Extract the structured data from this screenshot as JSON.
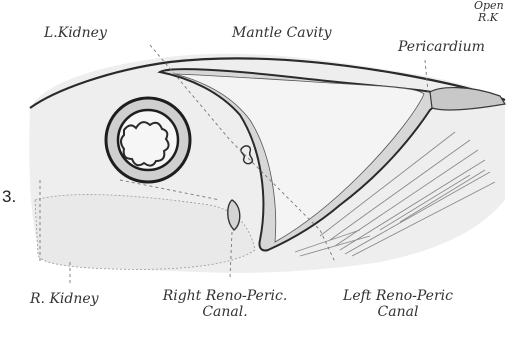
{
  "figure": {
    "number": "3.",
    "labels": {
      "left_kidney": "L.Kidney",
      "mantle_cavity": "Mantle Cavity",
      "pericardium": "Pericardium",
      "right_kidney": "R. Kidney",
      "right_reno_peric_line1": "Right Reno-Peric.",
      "right_reno_peric_line2": "Canal.",
      "left_reno_peric_line1": "Left Reno-Peric",
      "left_reno_peric_line2": "Canal",
      "corner_line1": "Open",
      "corner_line2": "R.K"
    }
  },
  "colors": {
    "ink": "#2a2a2a",
    "tissue_fill": "#e6e6e6",
    "wall_fill": "#d7d7d7",
    "background": "#ffffff"
  }
}
